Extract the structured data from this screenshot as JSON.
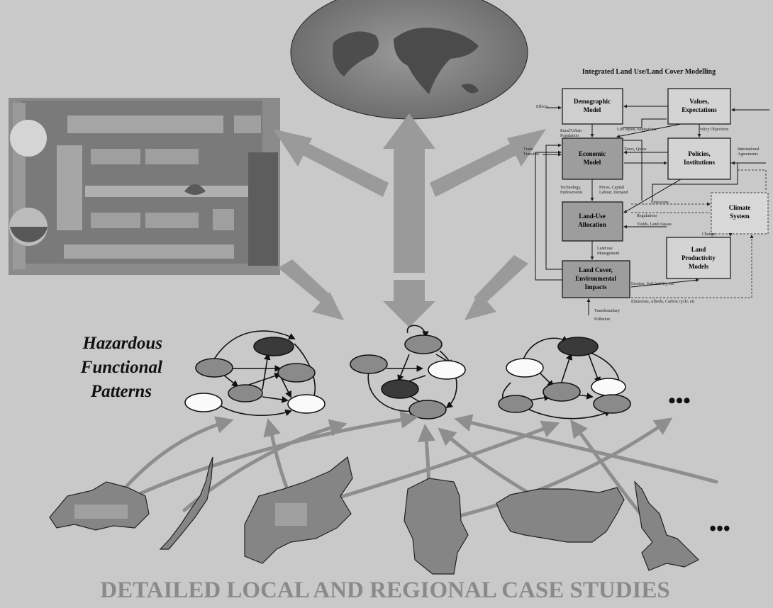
{
  "title_hazard": [
    "Hazardous",
    "Functional",
    "Patterns"
  ],
  "bottom_caption": "DETAILED LOCAL AND REGIONAL CASE STUDIES",
  "ellipsis_mid": "•••",
  "ellipsis_bottom": "•••",
  "integrated_model": {
    "title": "Integrated Land Use/Land Cover Modelling",
    "boxes": {
      "demographic": [
        "Demographic",
        "Model"
      ],
      "values": [
        "Values,",
        "Expectations"
      ],
      "economic": [
        "Economic",
        "Model"
      ],
      "policies": [
        "Policies,",
        "Institutions"
      ],
      "land_use": [
        "Land-Use",
        "Allocation"
      ],
      "climate": [
        "Climate",
        "System"
      ],
      "land_productivity": [
        "Land",
        "Productivity",
        "Models"
      ],
      "land_cover": [
        "Land Cover,",
        "Environmental",
        "Impacts"
      ]
    },
    "labels": {
      "rural_urban": "Rural/Urban",
      "population": "Population",
      "lifestyles": "Life styles, Aspirations",
      "policy_objectives": "Policy Objectives",
      "trade": "Trade",
      "transfers": "Transfers",
      "taxes": "Taxes, Quota",
      "international": "International",
      "agreements": "Agreements",
      "technology": "Technology,",
      "endowments": "Endowments",
      "prices": "Prices, Capital",
      "labour": "Labour, Demand",
      "emissions": "Emissions",
      "regulations": "Regulations",
      "yields": "Yields, Land classes",
      "change": "Change",
      "land_use_mgmt": "Land use",
      "management": "Management",
      "erosion": "Erosion, Soil fertility, etc",
      "emissions2": "Emissions, Albedo, Carbon cycle, etc",
      "transboundary": "Transboundary",
      "pollution": "Pollution",
      "effects": "Effects"
    }
  }
}
